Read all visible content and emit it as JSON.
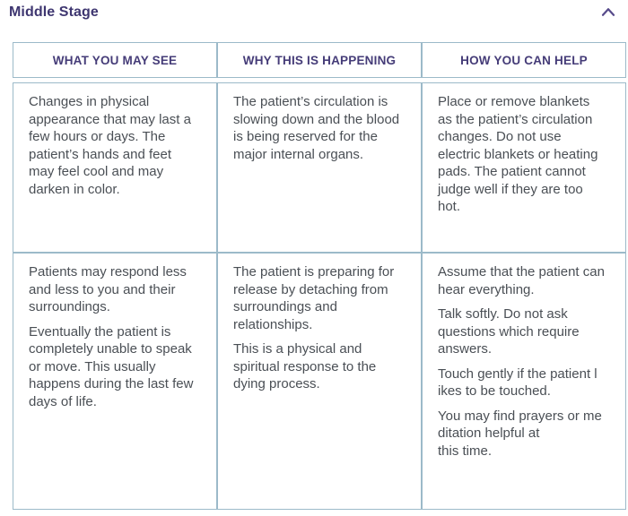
{
  "section": {
    "title": "Middle Stage",
    "collapse_icon": "chevron-up"
  },
  "colors": {
    "accent_purple": "#3e3670",
    "header_text_purple": "#453c78",
    "table_border_blue": "#9cbac9",
    "body_text_gray": "#4a4f55"
  },
  "table": {
    "headers": [
      "WHAT YOU MAY SEE",
      "WHY THIS IS HAPPENING",
      "HOW YOU CAN HELP"
    ],
    "rows": [
      [
        [
          "Changes in physical appearance that may last a few hours or days. The patient’s hands and feet may feel cool and may darken in color."
        ],
        [
          "The patient’s circulation is slowing down and the blood is being reserved for the major internal organs."
        ],
        [
          "Place or remove blankets as the patient’s circulation changes. Do not use electric blankets or heating pads. The patient cannot judge well if they are too hot."
        ]
      ],
      [
        [
          "Patients may respond less and less to you and their surroundings.",
          "Eventually the patient is completely unable to speak or move. This usually happens during the last few days of life."
        ],
        [
          "The patient is preparing for release by detaching from surroundings and relationships.",
          "This is a physical and spiritual response to the dying process."
        ],
        [
          "Assume that the patient can hear everything.",
          "Talk softly. Do not ask questions which require answers.",
          "Touch gently if the patient l\nikes to be touched.",
          "You may find prayers or me\nditation helpful at\nthis time."
        ]
      ]
    ]
  }
}
